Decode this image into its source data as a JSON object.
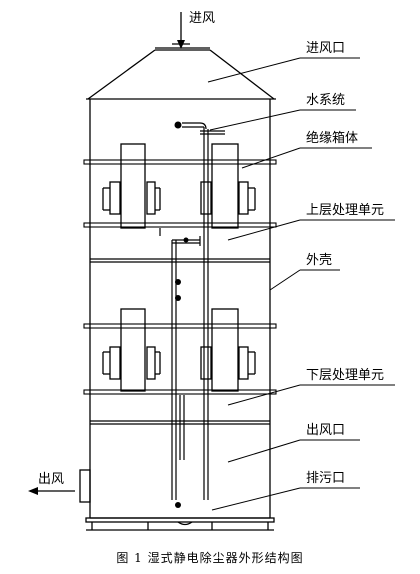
{
  "labels": {
    "inlet_arrow": "进风",
    "outlet_arrow": "出风",
    "inlet": "进风口",
    "water_system": "水系统",
    "insulation_box": "绝缘箱体",
    "upper_unit": "上层处理单元",
    "shell": "外壳",
    "lower_unit": "下层处理单元",
    "outlet": "出风口",
    "drain": "排污口"
  },
  "caption": "图 1  湿式静电除尘器外形结构图"
}
